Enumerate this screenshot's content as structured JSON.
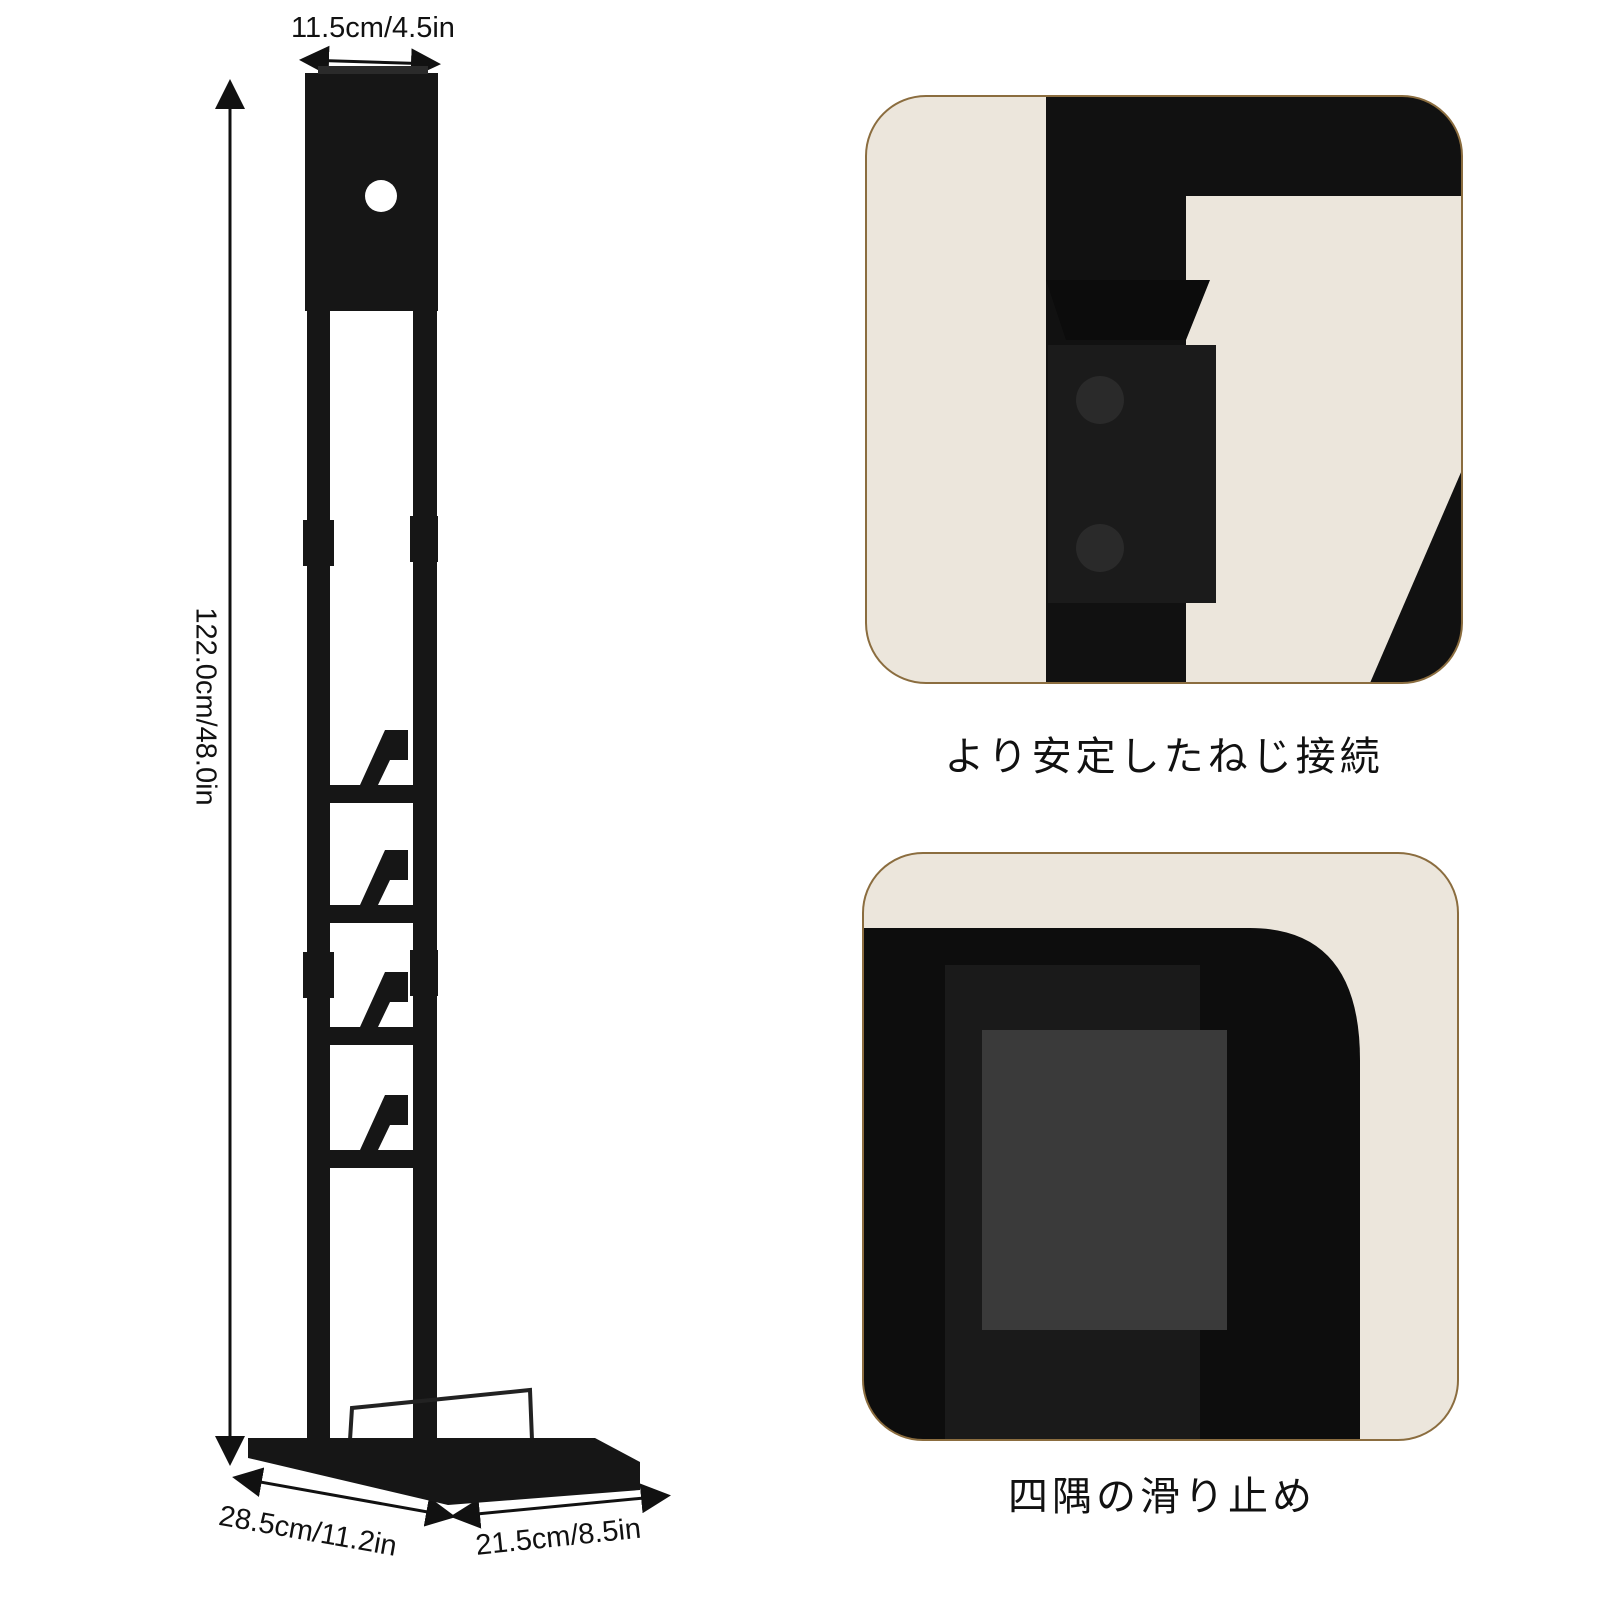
{
  "dimensions": {
    "top_width": "11.5cm/4.5in",
    "height": "122.0cm/48.0in",
    "base_depth": "28.5cm/11.2in",
    "base_width": "21.5cm/8.5in"
  },
  "panels": [
    {
      "caption": "より安定したねじ接続"
    },
    {
      "caption": "四隅の滑り止め"
    }
  ],
  "colors": {
    "panel_bg": "#ece6dc",
    "panel_border": "#8b6d3f",
    "metal": "#151515"
  }
}
